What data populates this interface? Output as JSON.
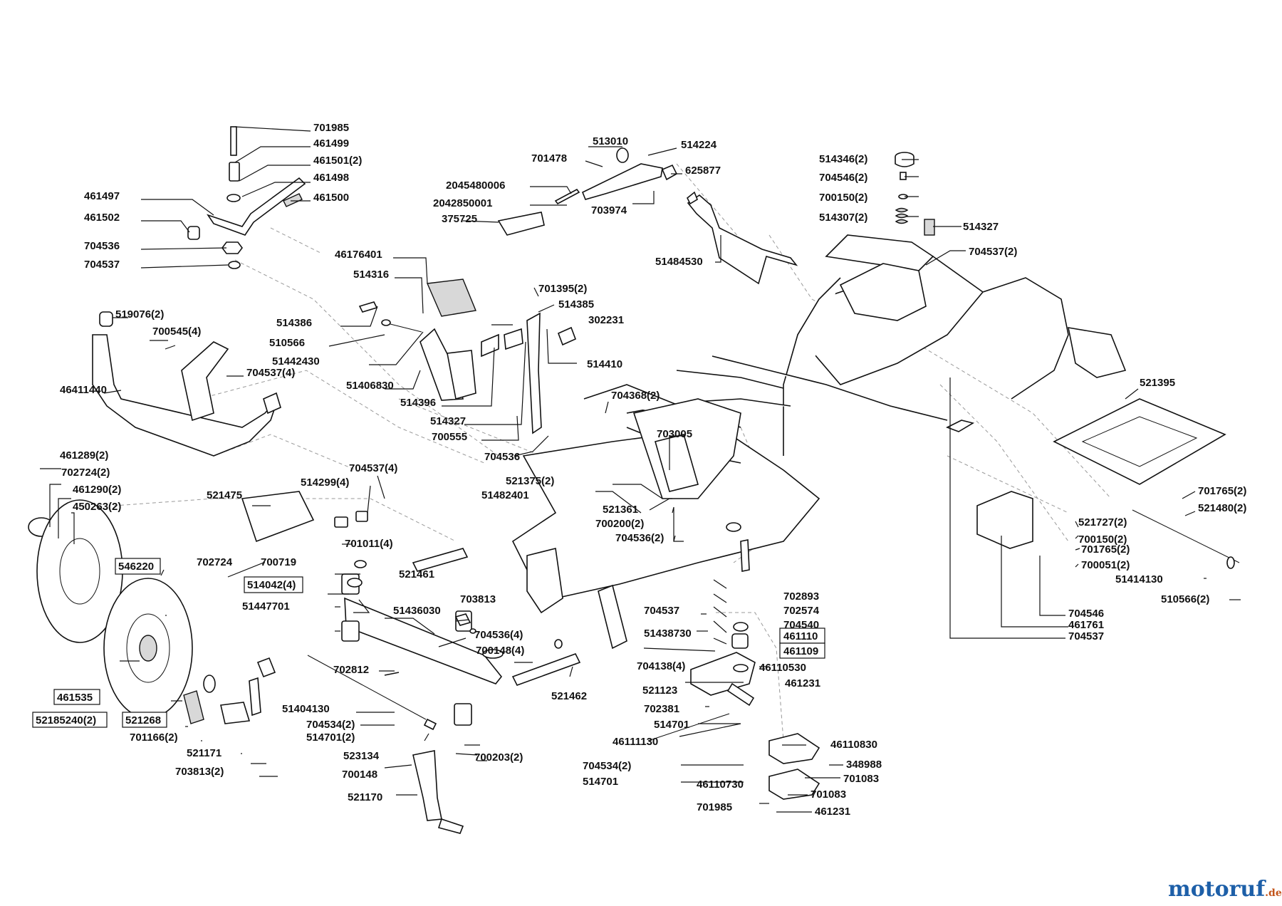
{
  "labels": [
    "701985",
    "461499",
    "461501(2)",
    "461498",
    "461497",
    "461500",
    "461502",
    "704536",
    "704537",
    "519076(2)",
    "700545(4)",
    "704537(4)",
    "46411440",
    "513010",
    "514224",
    "701478",
    "625877",
    "2045480006",
    "2042850001",
    "703974",
    "375725",
    "51484530",
    "46176401",
    "514316",
    "514386",
    "510566",
    "51442430",
    "51406830",
    "514396",
    "701395(2)",
    "514385",
    "302231",
    "514327",
    "700555",
    "704536",
    "514410",
    "514346(2)",
    "704546(2)",
    "700150(2)",
    "514307(2)",
    "514327",
    "704537(2)",
    "704368(2)",
    "703005",
    "521375(2)",
    "51482401",
    "521361",
    "700200(2)",
    "704536(2)",
    "521395",
    "701765(2)",
    "521480(2)",
    "521727(2)",
    "700150(2)",
    "701765(2)",
    "700051(2)",
    "51414130",
    "510566(2)",
    "704546",
    "461761",
    "704537",
    "461289(2)",
    "702724(2)",
    "461290(2)",
    "450263(2)",
    "704537(4)",
    "514299(4)",
    "521475",
    "701011(4)",
    "546220",
    "702724",
    "700719",
    "514042(4)",
    "51447701",
    "521461",
    "703813",
    "51436030",
    "704536(4)",
    "700148(4)",
    "521462",
    "702893",
    "702574",
    "704540",
    "461110",
    "461109",
    "704537",
    "51438730",
    "704138(4)",
    "46110530",
    "461231",
    "521123",
    "702381",
    "514701",
    "46111130",
    "461535",
    "52185240(2)",
    "521268",
    "701166(2)",
    "521171",
    "703813(2)",
    "702812",
    "51404130",
    "704534(2)",
    "514701(2)",
    "523134",
    "700148",
    "521170",
    "700203(2)",
    "46110830",
    "348988",
    "701083",
    "704534(2)",
    "514701",
    "701083",
    "46110730",
    "701985",
    "461231"
  ],
  "watermark": {
    "main": "motoruf",
    "suffix": ".de"
  }
}
